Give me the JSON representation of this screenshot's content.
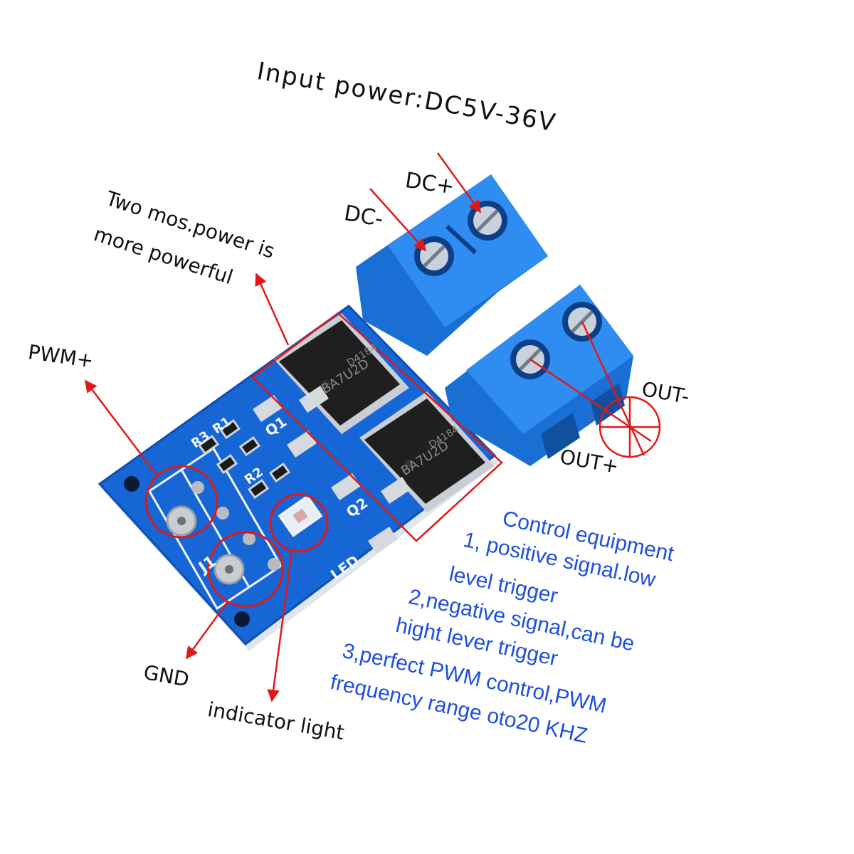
{
  "labels": {
    "input_power": "Input power:DC5V-36V",
    "dc_plus": "DC+",
    "dc_minus": "DC-",
    "two_mos": [
      "Two mos.power is",
      "more powerful"
    ],
    "pwm_plus": "PWM+",
    "out_minus": "OUT-",
    "out_plus": "OUT+",
    "gnd": "GND",
    "indicator": "indicator light"
  },
  "board_marks": {
    "chip_code_1": "D4184",
    "chip_code_2": "BA7U2D",
    "q1": "Q1",
    "q2": "Q2",
    "r1": "R1",
    "r2": "R2",
    "r3": "R3",
    "j1": "J1",
    "led": "LED"
  },
  "features": [
    "Control equipment",
    "1, positive signal.low",
    "level trigger",
    "2,negative signal,can be",
    "hight lever trigger",
    "3,perfect PWM control,PWM",
    "frequency range oto20 KHZ"
  ],
  "colors": {
    "pcb": "#1766d6",
    "terminal": "#1f7fe0",
    "annotation": "#e01818",
    "feature_text": "#1f4fe0"
  }
}
